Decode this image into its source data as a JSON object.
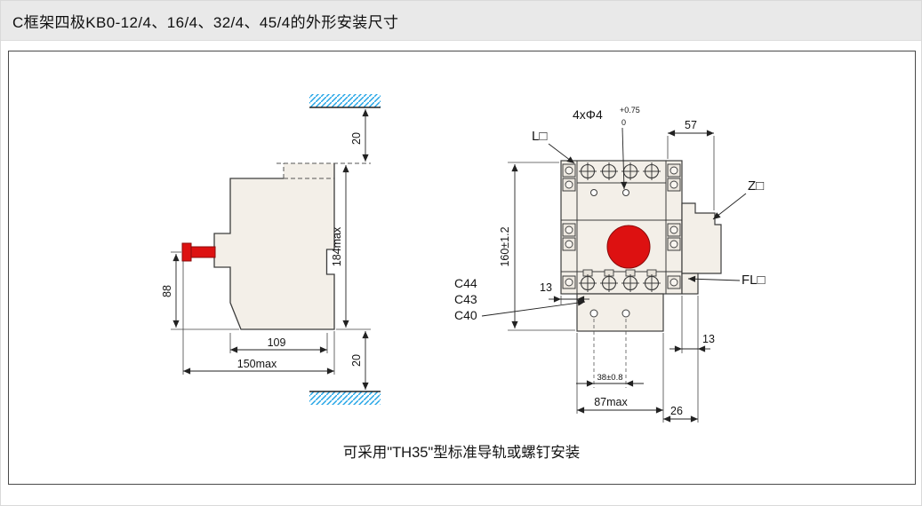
{
  "header": {
    "title": "C框架四极KB0-12/4、16/4、32/4、45/4的外形安装尺寸"
  },
  "caption": "可采用\"TH35\"型标准导轨或螺钉安装",
  "side_view": {
    "dim_wall_gap_top": "20",
    "dim_height_max": "184max",
    "dim_handle_height": "88",
    "dim_depth": "109",
    "dim_depth_max": "150max",
    "dim_wall_gap_bottom": "20"
  },
  "front_view": {
    "mount_holes": "4xΦ4",
    "mount_holes_tol_upper": "+0.75",
    "mount_holes_tol_lower": "0",
    "dim_top_width": "57",
    "terminal_l": "L□",
    "terminal_z": "Z□",
    "terminal_fl": "FL□",
    "dim_height": "160±1.2",
    "dim_side_width": "13",
    "models": [
      "C44",
      "C43",
      "C40"
    ],
    "dim_hole_pitch": "38±0.8",
    "dim_width_max": "87max",
    "dim_flange": "26",
    "dim_tab": "13"
  },
  "colors": {
    "header_bg": "#e9e9e9",
    "body_fill": "#f3efe8",
    "accent_red": "#dd1111",
    "hatch_blue": "#1fa3e6"
  }
}
